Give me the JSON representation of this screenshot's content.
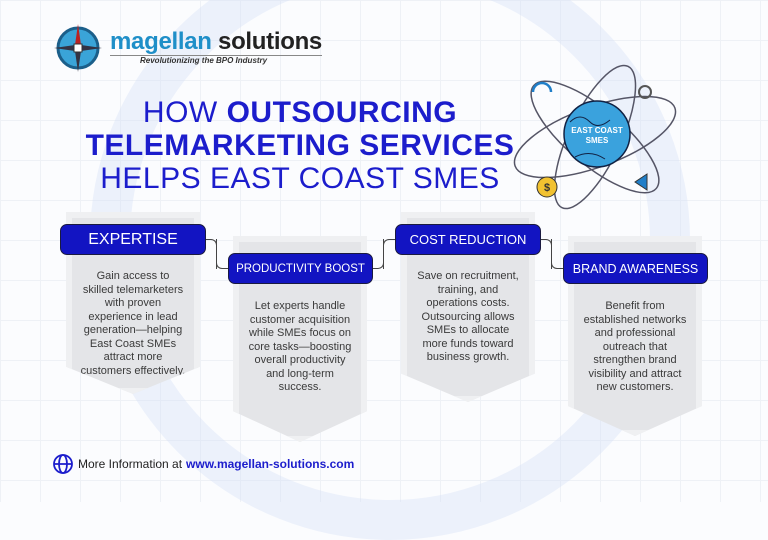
{
  "logo": {
    "name_a": "magellan",
    "name_b": "solutions",
    "tagline": "Revolutionizing the BPO Industry"
  },
  "title": {
    "l1a": "HOW ",
    "l1b": "OUTSOURCING",
    "l2": "TELEMARKETING SERVICES",
    "l3": "HELPS EAST COAST SMES"
  },
  "illustration": {
    "globe_label": "EAST COAST SMES"
  },
  "cards": [
    {
      "title": "EXPERTISE",
      "text": "Gain access to skilled telemarketers with proven experience in lead generation—helping East Coast SMEs attract more customers effectively."
    },
    {
      "title": "PRODUCTIVITY BOOST",
      "text": "Let experts handle customer acquisition while SMEs focus on core tasks—boosting overall productivity and long-term success."
    },
    {
      "title": "COST REDUCTION",
      "text": "Save on recruitment, training, and operations costs. Outsourcing allows SMEs to allocate more funds toward business growth."
    },
    {
      "title": "BRAND AWARENESS",
      "text": "Benefit from established networks and professional outreach that strengthen brand visibility and attract new customers."
    }
  ],
  "footer": {
    "label": "More Information at",
    "url": "www.magellan-solutions.com"
  }
}
